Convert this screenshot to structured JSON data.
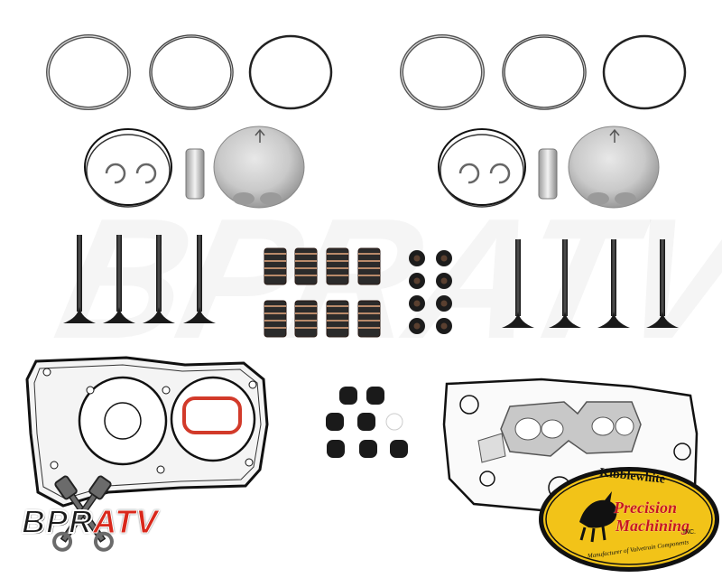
{
  "watermark": {
    "text": "BPRATV"
  },
  "logo": {
    "text_dark": "BPR",
    "text_red": "ATV",
    "icon": "crossed-pistons-icon"
  },
  "badge": {
    "brand": "Kibblewhite",
    "line1": "Precision",
    "line2": "Machining",
    "inc": "INC.",
    "tagline": "Manufacturer of Valvetrain Components",
    "icon": "bull-icon"
  },
  "colors": {
    "logo_red": "#d9281b",
    "badge_yellow": "#f2c318",
    "badge_red": "#c8161d",
    "gasket_red": "#d23a2a"
  }
}
